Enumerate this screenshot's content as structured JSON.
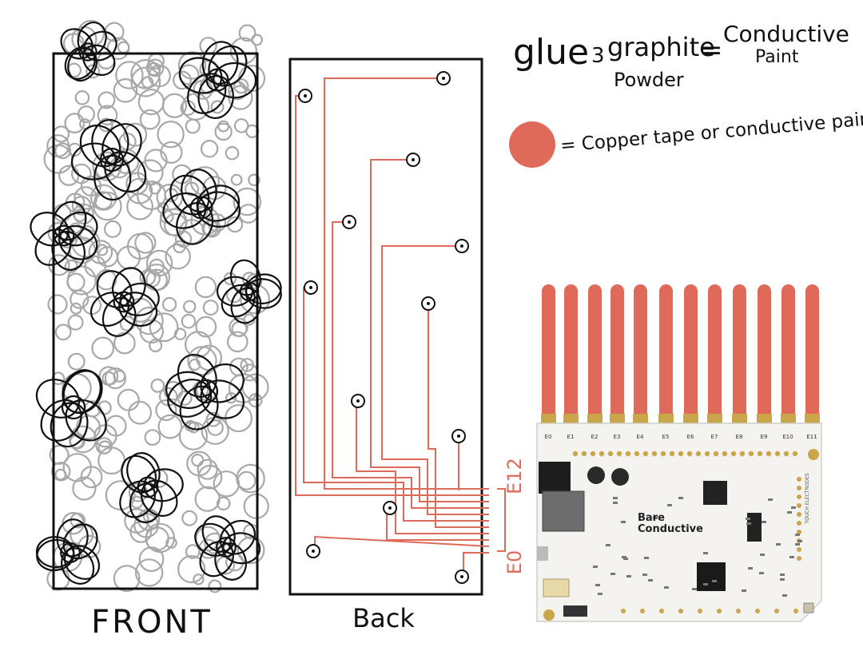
{
  "labels": {
    "front": "FRONT",
    "back": "Back",
    "glue": "glue",
    "ratio": "3",
    "graphite": "graphite",
    "powder": "Powder",
    "equals": "=",
    "conductive": "Conductive",
    "paint": "Paint",
    "legend_text": "= Copper tape or conductive paint",
    "e12": "E12",
    "e0": "E0"
  },
  "board": {
    "brand_line1": "Bare",
    "brand_line2": "Conductive",
    "side_label": "TOUCH ELECTRODES",
    "electrodes": [
      "E0",
      "E1",
      "E2",
      "E3",
      "E4",
      "E5",
      "E6",
      "E7",
      "E8",
      "E9",
      "E10",
      "E11"
    ]
  },
  "colors": {
    "copper": "#e06a5a",
    "trace": "#e06a5a",
    "scribble": "#a8a8a8",
    "flower": "#111111",
    "board": "#f4f3ef",
    "gold": "#c9a64a"
  }
}
